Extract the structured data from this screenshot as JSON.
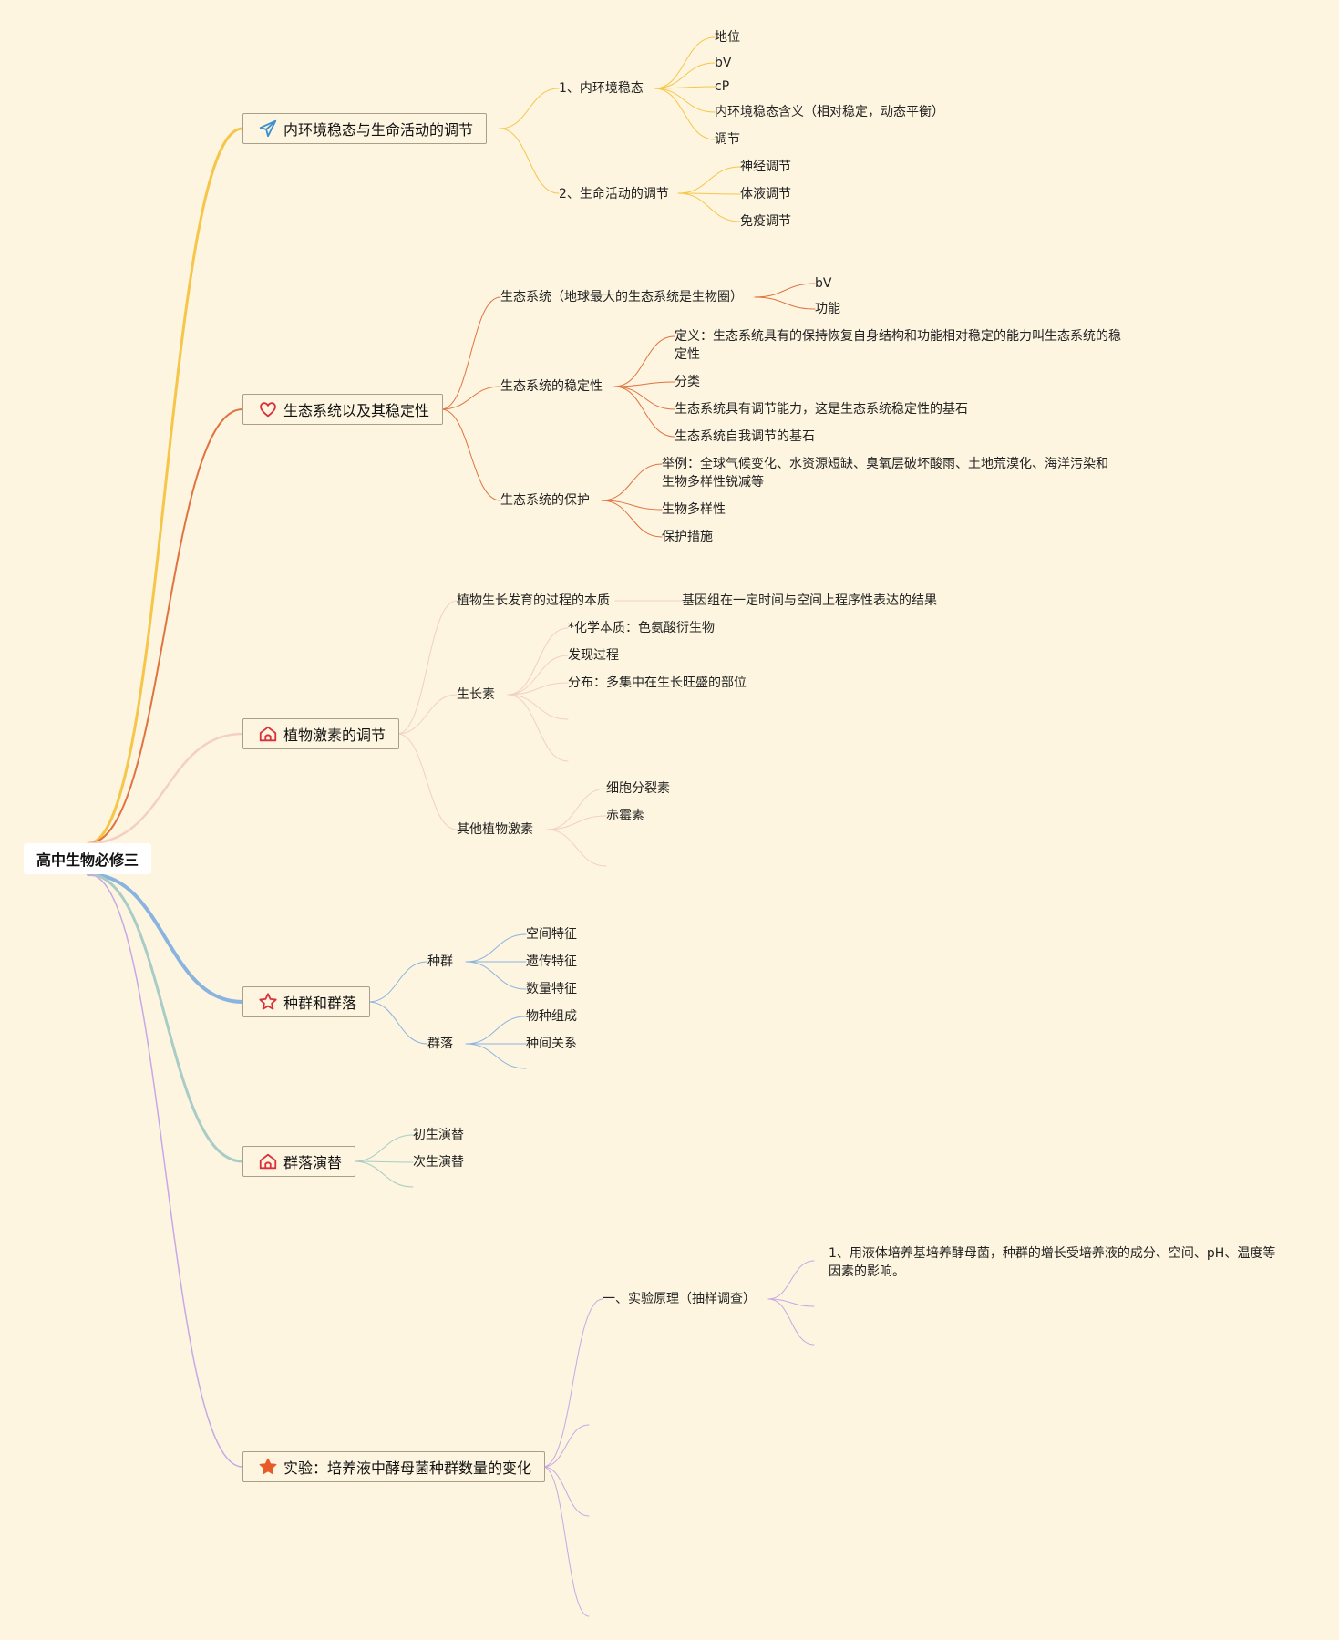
{
  "root": "高中生物必修三",
  "branches": [
    {
      "title": "内环境稳态与生命活动的调节",
      "icon": "paper-plane-icon",
      "color": "#f6c64a",
      "children": [
        {
          "label": "1、内环境稳态",
          "children": [
            "地位",
            "bV",
            "cP",
            "内环境稳态含义（相对稳定，动态平衡）",
            "调节"
          ]
        },
        {
          "label": "2、生命活动的调节",
          "children": [
            "神经调节",
            "体液调节",
            "免疫调节"
          ]
        }
      ]
    },
    {
      "title": "生态系统以及其稳定性",
      "icon": "heart-icon",
      "color": "#e0733f",
      "children": [
        {
          "label": "生态系统（地球最大的生态系统是生物圈）",
          "children": [
            "bV",
            "功能"
          ]
        },
        {
          "label": "生态系统的稳定性",
          "children": [
            "定义：生态系统具有的保持恢复自身结构和功能相对稳定的能力叫生态系统的稳定性",
            "分类",
            "生态系统具有调节能力，这是生态系统稳定性的基石",
            "生态系统自我调节的基石"
          ]
        },
        {
          "label": "生态系统的保护",
          "children": [
            "举例：全球气候变化、水资源短缺、臭氧层破坏酸雨、土地荒漠化、海洋污染和生物多样性锐减等",
            "生物多样性",
            "保护措施"
          ]
        }
      ]
    },
    {
      "title": "植物激素的调节",
      "icon": "house-icon",
      "color": "#f2d0c6",
      "children": [
        {
          "label": "植物生长发育的过程的本质",
          "children": [
            "基因组在一定时间与空间上程序性表达的结果"
          ]
        },
        {
          "label": "生长素",
          "children": [
            "*化学本质：色氨酸衍生物",
            "发现过程",
            "分布：多集中在生长旺盛的部位"
          ]
        },
        {
          "label": "其他植物激素",
          "children": [
            "细胞分裂素",
            "赤霉素"
          ]
        }
      ]
    },
    {
      "title": "种群和群落",
      "icon": "star-outline-icon",
      "color": "#8ab4e0",
      "children": [
        {
          "label": "种群",
          "children": [
            "空间特征",
            "遗传特征",
            "数量特征"
          ]
        },
        {
          "label": "群落",
          "children": [
            "物种组成",
            "种间关系"
          ]
        }
      ]
    },
    {
      "title": "群落演替",
      "icon": "house-icon",
      "color": "#a9ccc6",
      "children": [
        {
          "label": "初生演替",
          "children": []
        },
        {
          "label": "次生演替",
          "children": []
        }
      ]
    },
    {
      "title": "实验：培养液中酵母菌种群数量的变化",
      "icon": "star-solid-icon",
      "color": "#c8a8e6",
      "children": [
        {
          "label": "一、实验原理（抽样调查）",
          "children": [
            "1、用液体培养基培养酵母菌，种群的增长受培养液的成分、空间、pH、温度等因素的影响。"
          ]
        }
      ]
    }
  ]
}
